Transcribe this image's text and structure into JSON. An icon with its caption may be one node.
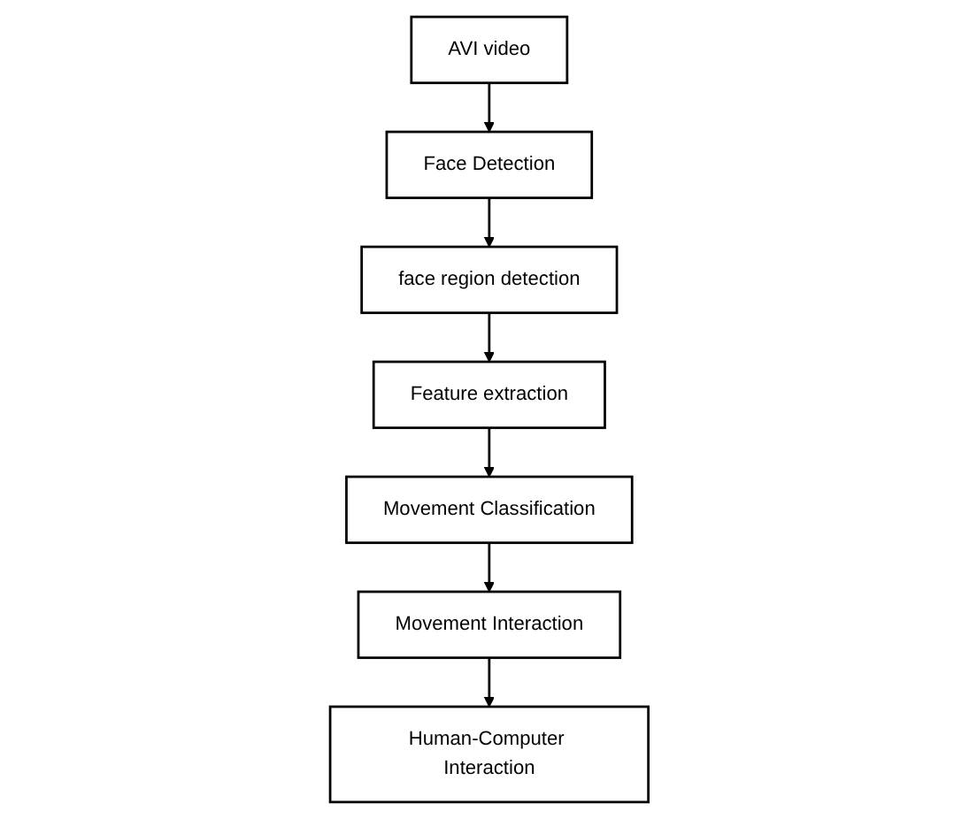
{
  "diagram": {
    "nodes": [
      {
        "text": [
          "AVI video"
        ]
      },
      {
        "text": [
          "Face Detection"
        ]
      },
      {
        "text": [
          "face region detection"
        ]
      },
      {
        "text": [
          "Feature extraction"
        ]
      },
      {
        "text": [
          "Movement Classification"
        ]
      },
      {
        "text": [
          "Movement Interaction"
        ]
      },
      {
        "text": [
          "Human-Computer Interaction"
        ]
      }
    ],
    "edges": [
      {
        "from": 0,
        "to": 1,
        "arrow": "to"
      },
      {
        "from": 1,
        "to": 2,
        "arrow": "to"
      },
      {
        "from": 2,
        "to": 3,
        "arrow": "to"
      },
      {
        "from": 3,
        "to": 4,
        "arrow": "to"
      },
      {
        "from": 4,
        "to": 5,
        "arrow": "to"
      },
      {
        "from": 5,
        "to": 6,
        "arrow": "to"
      }
    ]
  }
}
